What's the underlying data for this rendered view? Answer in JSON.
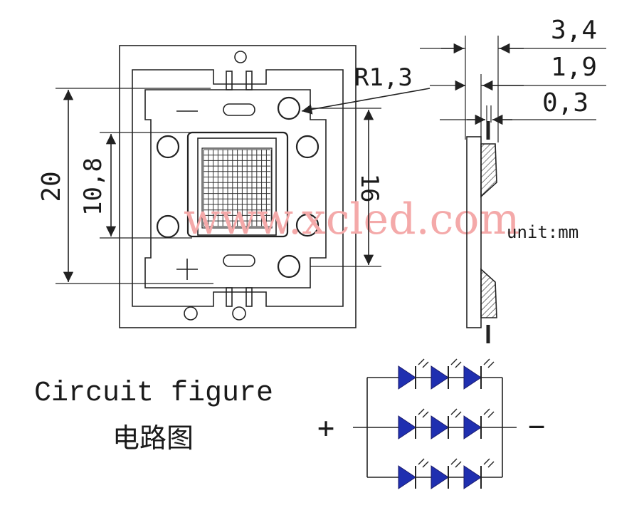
{
  "dimensions": {
    "height_outer": "20",
    "height_chip": "10,8",
    "hole_spacing": "16",
    "radius": "R1,3",
    "total_thickness": "3,4",
    "board_thickness": "1,9",
    "pin_thickness": "0,3"
  },
  "unit_label": "unit:mm",
  "watermark": "www.xcled.com",
  "polarity": {
    "plus": "+",
    "minus": "−"
  },
  "captions": {
    "english": "Circuit figure",
    "chinese": "电路图"
  },
  "colors": {
    "led": "#1f2fb0",
    "watermark": "#f4a9a9",
    "ink": "#222222"
  },
  "circuit": {
    "rows": 3,
    "leds_per_row": 3
  }
}
